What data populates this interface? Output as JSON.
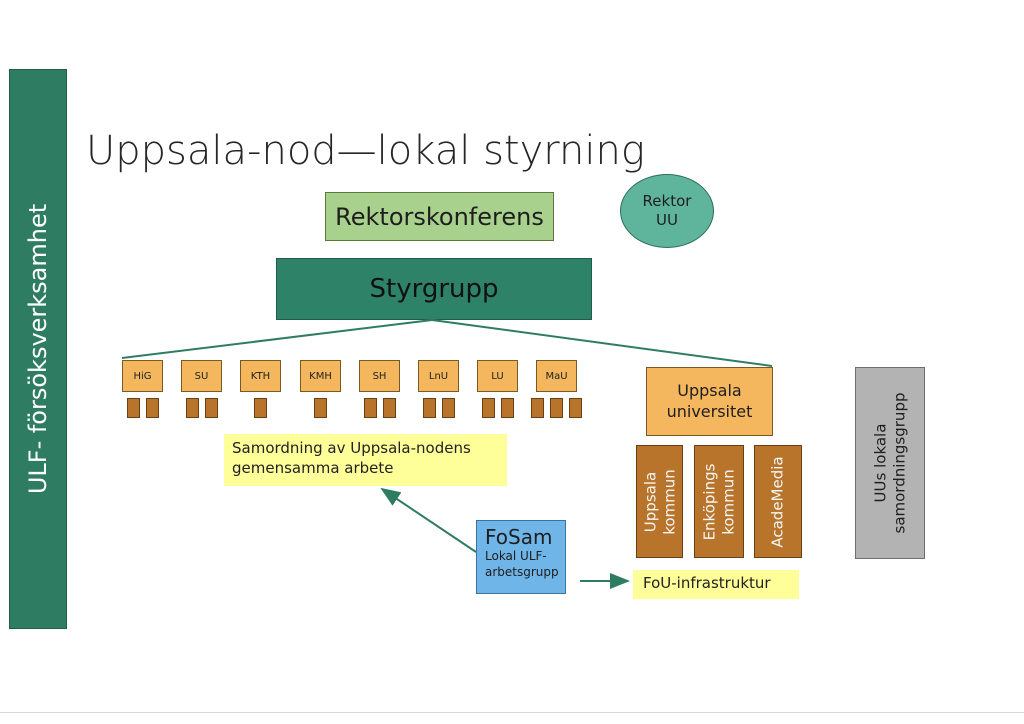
{
  "sidebar": {
    "label": "ULF- försöksverksamhet"
  },
  "title": "Uppsala-nod—lokal styrning",
  "rektorskonferens": "Rektorskonferens",
  "rektor_uu": [
    "Rektor",
    "UU"
  ],
  "styrgrupp": "Styrgrupp",
  "universities": [
    {
      "code": "HiG",
      "units": 2
    },
    {
      "code": "SU",
      "units": 2
    },
    {
      "code": "KTH",
      "units": 1
    },
    {
      "code": "KMH",
      "units": 1
    },
    {
      "code": "SH",
      "units": 2
    },
    {
      "code": "LnU",
      "units": 2
    },
    {
      "code": "LU",
      "units": 2
    },
    {
      "code": "MaU",
      "units": 3
    }
  ],
  "uppsala_universitet": [
    "Uppsala",
    "universitet"
  ],
  "partners": [
    [
      "Uppsala",
      "kommun"
    ],
    [
      "Enköpings",
      "kommun"
    ],
    [
      "AcadeMedia"
    ]
  ],
  "uus_lokala": [
    "UUs lokala",
    "samordningsgrupp"
  ],
  "samordning": "Samordning av Uppsala-nodens gemensamma arbete",
  "fosam": {
    "title": "FoSam",
    "subtitle": "Lokal ULF-arbetsgrupp"
  },
  "fou": "FoU-infrastruktur",
  "colors": {
    "dark_green": "#2e7d62",
    "light_green": "#a9d18e",
    "orange": "#f4b75e",
    "brown": "#b8742a",
    "blue": "#6fb5e8",
    "yellow": "#ffff99",
    "gray": "#b3b3b3"
  }
}
